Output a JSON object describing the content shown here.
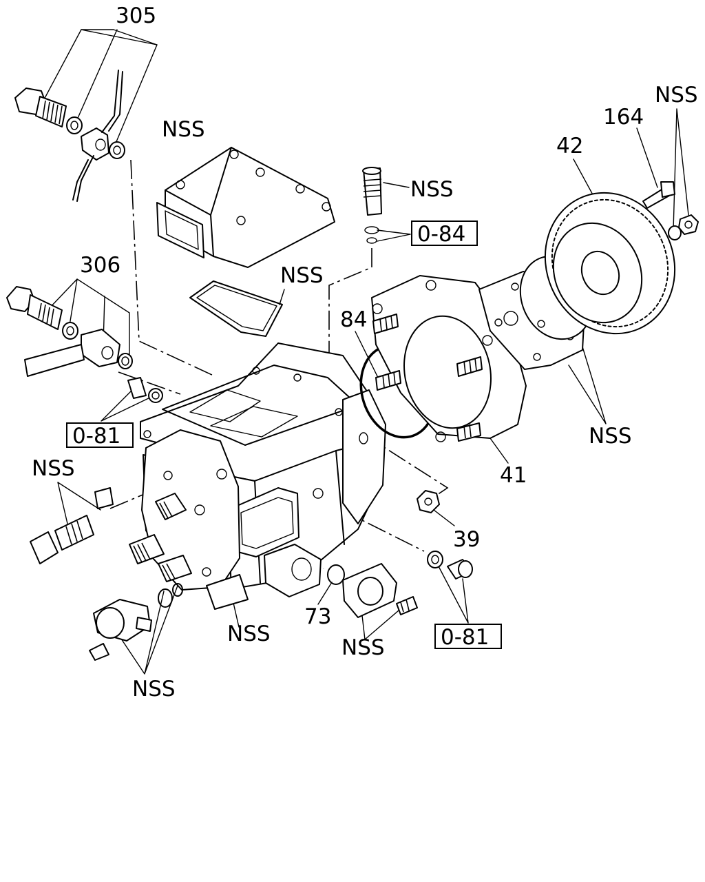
{
  "labels": {
    "l305": "305",
    "l306": "306",
    "l164": "164",
    "l42": "42",
    "l84": "84",
    "l41": "41",
    "l39": "39",
    "l73": "73",
    "nss_top_right": "NSS",
    "nss_ecu": "NSS",
    "nss_valve": "NSS",
    "nss_gasket": "NSS",
    "nss_plate": "NSS",
    "nss_fitting": "NSS",
    "nss_bracket": "NSS",
    "nss_cover": "NSS",
    "nss_bottom_left": "NSS",
    "ref_084": "0-84",
    "ref_081_left": "0-81",
    "ref_081_right": "0-81"
  }
}
